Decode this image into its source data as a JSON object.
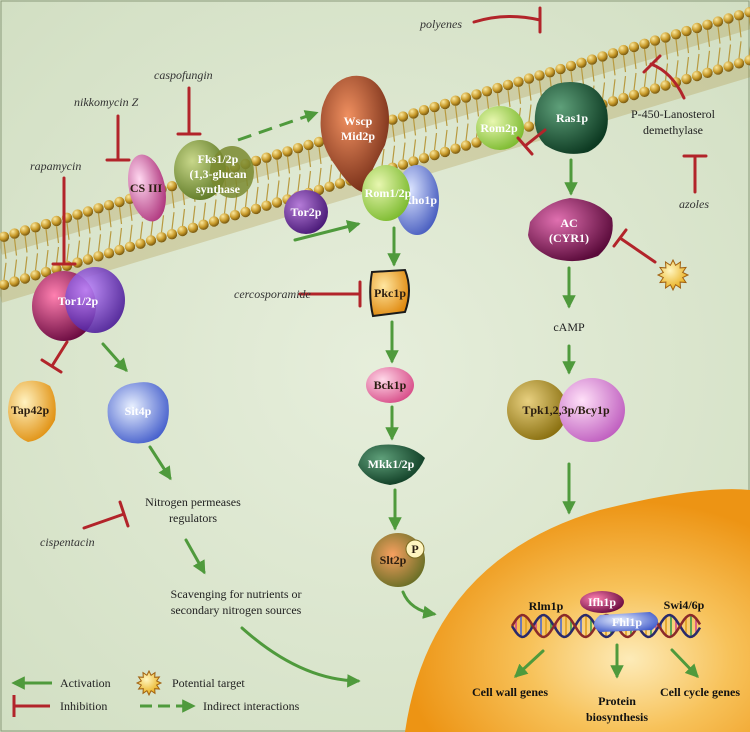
{
  "drugs": {
    "polyenes": "polyenes",
    "caspofungin": "caspofungin",
    "nikkomycin": "nikkomycin Z",
    "rapamycin": "rapamycin",
    "cercosporamide": "cercosporamide",
    "cispentacin": "cispentacin",
    "azoles": "azoles"
  },
  "proteins": {
    "cs3": "CS III",
    "fks_1": "Fks1/2p",
    "fks_2": "(1,3-glucan",
    "fks_3": "synthase",
    "wscp_1": "Wscp",
    "wscp_2": "Mid2p",
    "rom12": "Rom1/2p",
    "rho1": "Rho1p",
    "tor2": "Tor2p",
    "tor12": "Tor1/2p",
    "tap42": "Tap42p",
    "sit4": "Sit4p",
    "pkc1": "Pkc1p",
    "bck1": "Bck1p",
    "mkk12": "Mkk1/2p",
    "slt2": "Slt2p",
    "phospho": "P",
    "rom2": "Rom2p",
    "ras1": "Ras1p",
    "ac_1": "AC",
    "ac_2": "(CYR1)",
    "tpk": "Tpk1,2,3p/Bcy1p",
    "ifh1": "Ifh1p",
    "fhl1": "Fhl1p"
  },
  "labels": {
    "p450_1": "P-450-Lanosterol",
    "p450_2": "demethylase",
    "camp": "cAMP",
    "nitro_1": "Nitrogen permeases",
    "nitro_2": "regulators",
    "scav_1": "Scavenging for nutrients or",
    "scav_2": "secondary nitrogen sources",
    "rlm1": "Rlm1p",
    "swi46": "Swi4/6p"
  },
  "outputs": {
    "cell_wall": "Cell wall genes",
    "protein_1": "Protein",
    "protein_2": "biosynthesis",
    "cell_cycle": "Cell cycle genes"
  },
  "legend": {
    "activation": "Activation",
    "inhibition": "Inhibition",
    "potential_target": "Potential target",
    "indirect": "Indirect interactions"
  },
  "colors": {
    "background": "#dfe8d2",
    "activation": "#4f9a3c",
    "inhibition": "#b2242a",
    "nucleus": "#f2a01c",
    "membrane": "#c9a640"
  }
}
